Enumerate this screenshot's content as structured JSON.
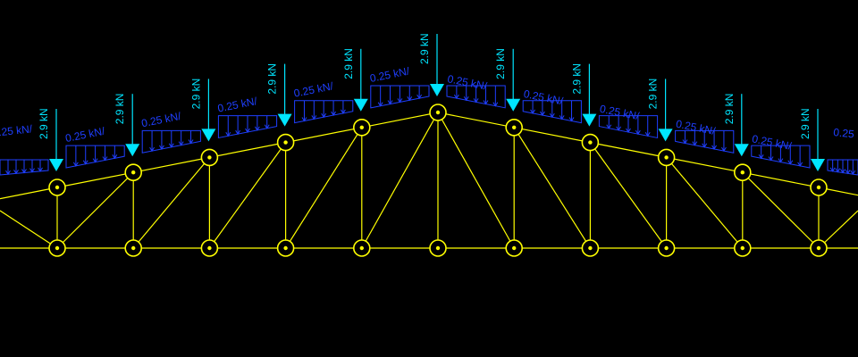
{
  "colors": {
    "background": "#000000",
    "member": "#FFFF00",
    "node": "#FFFF00",
    "point_load": "#00E5FF",
    "point_load_label": "#00E5FF",
    "distributed_load": "#1F3FFF",
    "distributed_load_label": "#1F3FFF"
  },
  "truss": {
    "type": "pitched warren truss",
    "top_chord_nodes": 11,
    "bottom_chord_nodes": 11,
    "top_chord_rise_ratio": [
      0.0,
      0.1,
      0.2,
      0.3,
      0.4,
      0.5,
      0.4,
      0.3,
      0.2,
      0.1,
      0.0
    ]
  },
  "loads": {
    "point_load_label": "2.9 kN",
    "distributed_load_label": "0.25 kN/",
    "distributed_load_label_last": "0.25"
  }
}
